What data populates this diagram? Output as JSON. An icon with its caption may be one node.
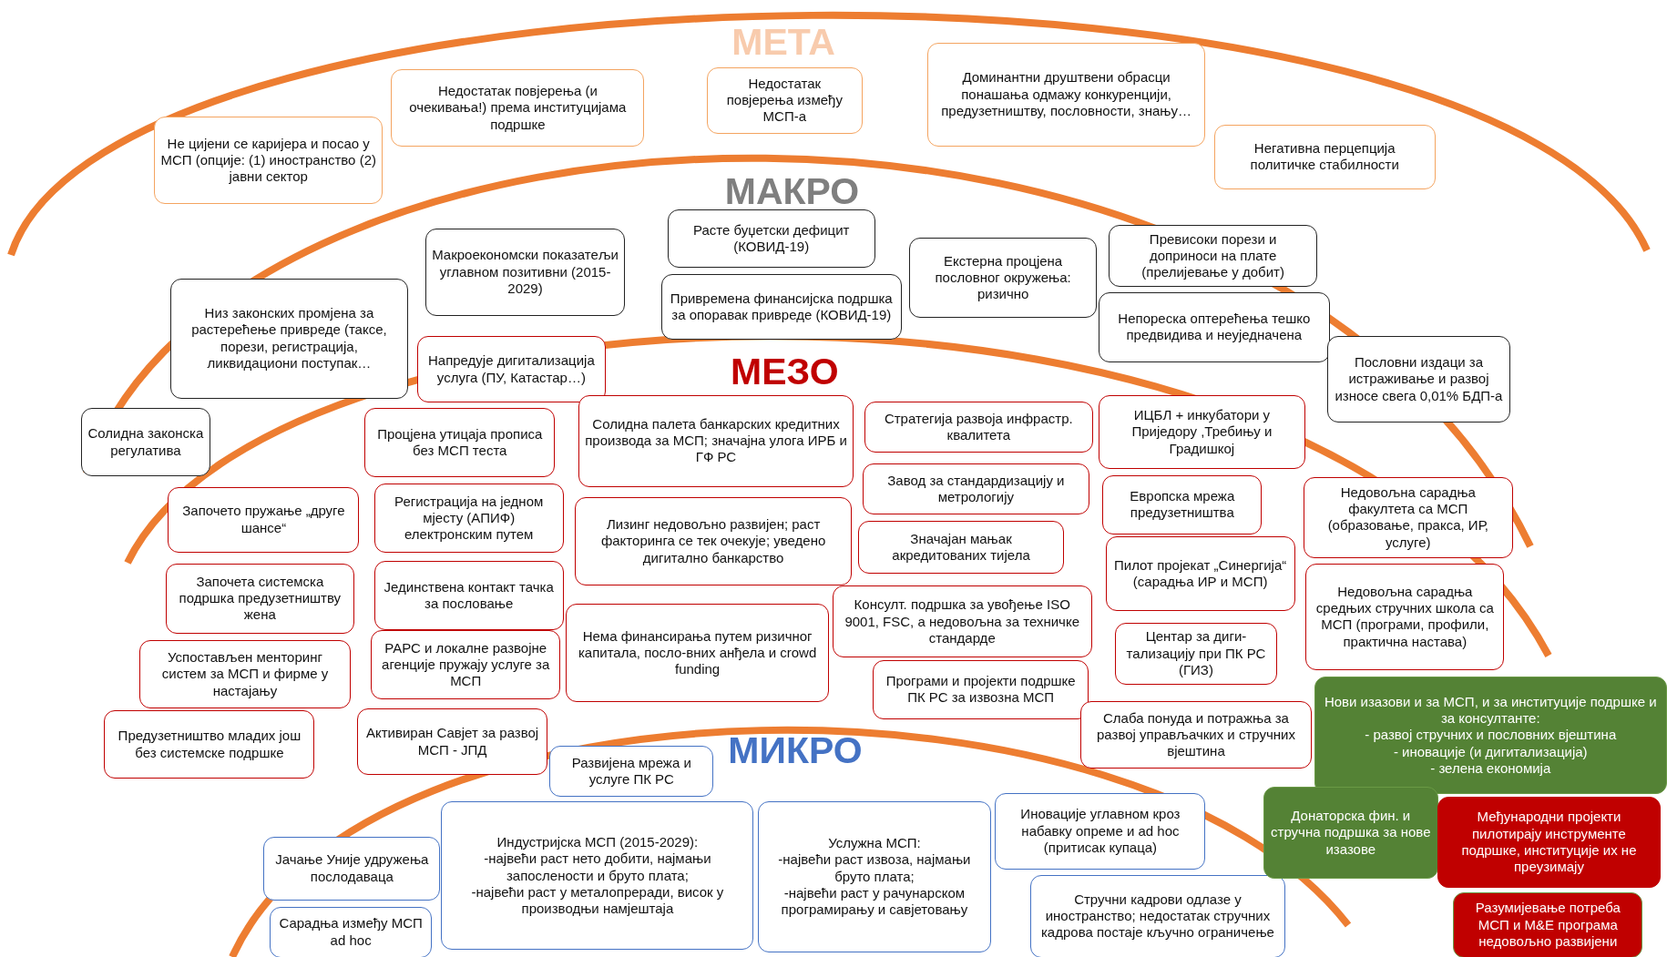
{
  "diagram": {
    "nodes": [
      {
        "text": [
          "Не цијени се каријера и посао у МСП (опције: (1) иностранство (2) јавни сектор"
        ]
      },
      {
        "text": [
          "Недостатак повјерења (и очекивања!) према институцијама подршке"
        ]
      },
      {
        "text": [
          "Недостатак повјерења између МСП-а"
        ]
      },
      {
        "text": [
          "Доминантни друштвени обрасци понашања одмажу конкуренцији, предузетништву, пословности, знању…"
        ]
      },
      {
        "text": [
          "Негативна перцепција политичке стабилности"
        ]
      },
      {
        "text": [
          "Макроекономски показатељи углавном позитивни (2015-2029)"
        ]
      },
      {
        "text": [
          "Расте буџетски дефицит (КОВИД-19)"
        ]
      },
      {
        "text": [
          "Привремена финансијска подршка за опоравак привреде (КОВИД-19)"
        ]
      },
      {
        "text": [
          "Екстерна процјена пословног окружења: ризично"
        ]
      },
      {
        "text": [
          "Превисоки порези и доприноси на плате (прелијевање у добит)"
        ]
      },
      {
        "text": [
          "Непореска оптерећења тешко предвидива и неуједначена"
        ]
      },
      {
        "text": [
          "Низ законских промјена за растерећење привреде (таксе, порези, регистрација, ликвидациони поступак…"
        ]
      },
      {
        "text": [
          "Пословни издаци за истраживање и развој износе свега 0,01% БДП-а"
        ]
      },
      {
        "text": [
          "Солидна законска регулатива"
        ]
      },
      {
        "text": [
          "Напредује дигитализација услуга (ПУ, Катастар…)"
        ]
      },
      {
        "text": [
          "Процјена утицаја прописа без МСП теста"
        ]
      },
      {
        "text": [
          "Солидна палета банкарских кредитних производа за МСП; значајна улога ИРБ и ГФ РС"
        ]
      },
      {
        "text": [
          "Стратегија развоја инфрастр. квалитета"
        ]
      },
      {
        "text": [
          "ИЦБЛ + инкубатори у Приједору ,Требињу и Градишкој"
        ]
      },
      {
        "text": [
          "Започето пружање „друге шансе“"
        ]
      },
      {
        "text": [
          "Регистрација на једном мјесту (АПИФ) електронским путем"
        ]
      },
      {
        "text": [
          "Лизинг недовољно развијен; раст факторинга се тек очекује; уведено дигитално банкарство"
        ]
      },
      {
        "text": [
          "Завод за стандардизацију и метрологију"
        ]
      },
      {
        "text": [
          "Европска мрежа предузетништва"
        ]
      },
      {
        "text": [
          "Недовољна сарадња факултета са МСП (образовање, пракса, ИР, услуге)"
        ]
      },
      {
        "text": [
          "Значајан мањак акредитованих тијела"
        ]
      },
      {
        "text": [
          "Започета системска подршка предузетништву жена"
        ]
      },
      {
        "text": [
          "Јединствена контакт тачка за пословање"
        ]
      },
      {
        "text": [
          "Пилот пројекат „Синергија“ (сарадња ИР и МСП)"
        ]
      },
      {
        "text": [
          "Недовољна сарадња средњих стручних школа са МСП (програми, профили, практична настава)"
        ]
      },
      {
        "text": [
          "Консулт. подршка за увођење ISO 9001, FSC, а недовољна за техничке стандарде"
        ]
      },
      {
        "text": [
          "Нема финансирања путем ризичног капитала, посло-вних анђела и crowd funding"
        ]
      },
      {
        "text": [
          "Успостављен менторинг систем за МСП и фирме у настајању"
        ]
      },
      {
        "text": [
          "РАРС и локалне развојне агенције пружају услуге за МСП"
        ]
      },
      {
        "text": [
          "Центар за диги-тализацију при ПК РС (ГИЗ)"
        ]
      },
      {
        "text": [
          "Програми и пројекти подршке ПК РС за извозна МСП"
        ]
      },
      {
        "text": [
          "Предузетништво младих још без системске подршке"
        ]
      },
      {
        "text": [
          "Активиран Савјет за развој МСП - ЈПД"
        ]
      },
      {
        "text": [
          "Слаба понуда и потражња за развој управљачких и стручних вјештина"
        ]
      },
      {
        "text": [
          "Нови изазови и за МСП, и за институције подршке и за консултанте:",
          "- развој стручних и пословних вјештина",
          "- иновације (и дигитализација)",
          "- зелена економија"
        ]
      },
      {
        "text": [
          "Развијена мрежа и услуге ПК РС"
        ]
      },
      {
        "text": [
          "Индустријска МСП (2015-2029):",
          "-највећи раст нето добити, најмањи запослености и бруто плата;",
          "-највећи раст у металопреради, висок у производњи намјештаја"
        ]
      },
      {
        "text": [
          "Услужна МСП:",
          "-највећи раст извоза, најмањи бруто плата;",
          "-највећи раст у рачунарском програмирању и савјетовању"
        ]
      },
      {
        "text": [
          "Иновације углавном кроз набавку опреме и ad hoc (притисак купаца)"
        ]
      },
      {
        "text": [
          "Јачање Уније удружења послодаваца"
        ]
      },
      {
        "text": [
          "Стручни кадрови одлазе у иностранство; недостатак стручних кадрова постаје кључно ограничење"
        ]
      },
      {
        "text": [
          "Сарадња између МСП ad hoc"
        ]
      },
      {
        "text": [
          "Донаторска фин. и стручна подршка за нове изазове"
        ]
      },
      {
        "text": [
          "Међународни пројекти пилотирају инструменте подршке, институције их не преузимају"
        ]
      },
      {
        "text": [
          "Разумијевање потреба МСП и M&E програма недовољно развијени"
        ]
      }
    ],
    "labels": [
      "МЕТА",
      "МАКРО",
      "МЕЗО",
      "МИКРО"
    ]
  }
}
